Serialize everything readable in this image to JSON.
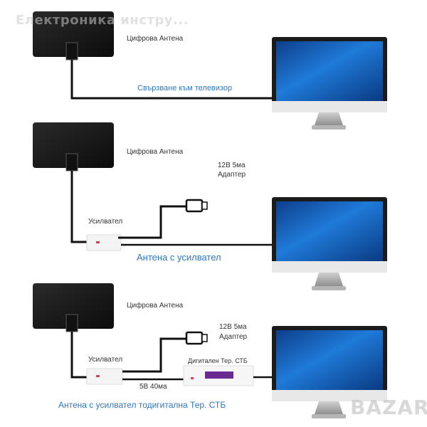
{
  "watermark": "Електроника инстру...",
  "brand_watermark": "BAZAR",
  "panels": [
    {
      "antenna_label": "Цифрова Антена",
      "caption": "Свързване към телевизор"
    },
    {
      "antenna_label": "Цифрова Антена",
      "adapter_label_line1": "12В 5ма",
      "adapter_label_line2": "Адаптер",
      "amplifier_label": "Усилвател",
      "caption": "Антена с усилвател"
    },
    {
      "antenna_label": "Цифрова Антена",
      "adapter_label_line1": "12В 5ма",
      "adapter_label_line2": "Адаптер",
      "amplifier_label": "Усилвател",
      "stb_label": "Дигитален Тер. СТБ",
      "power_label": "5В 40ма",
      "caption": "Антена с усилвател тодигитална Тер. СТБ"
    }
  ],
  "colors": {
    "caption_blue": "#2b78c2",
    "screen_blue": "#1f7ad8",
    "antenna_black": "#1a1a1a",
    "stb_purple": "#6a2c91"
  }
}
